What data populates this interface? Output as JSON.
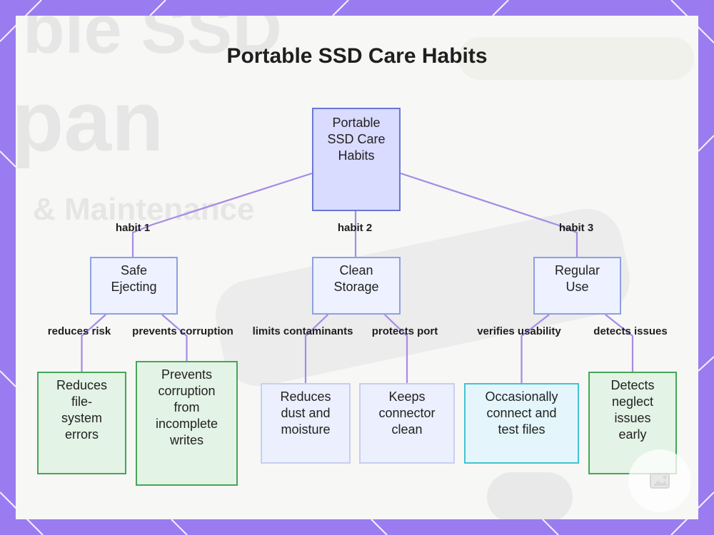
{
  "title": "Portable SSD Care Habits",
  "colors": {
    "frame": "#9b7cf0",
    "edge": "#a58be6",
    "root_fill": "#d9dbff",
    "green_border": "#45a656",
    "cyan_border": "#44c2d6"
  },
  "root": {
    "lines": [
      "Portable",
      "SSD Care",
      "Habits"
    ]
  },
  "habits": [
    {
      "edge_label": "habit 1",
      "lines": [
        "Safe",
        "Ejecting"
      ],
      "outcomes": [
        {
          "edge_label": "reduces risk",
          "lines": [
            "Reduces",
            "file-",
            "system",
            "errors"
          ]
        },
        {
          "edge_label": "prevents corruption",
          "lines": [
            "Prevents",
            "corruption",
            "from",
            "incomplete",
            "writes"
          ]
        }
      ]
    },
    {
      "edge_label": "habit 2",
      "lines": [
        "Clean",
        "Storage"
      ],
      "outcomes": [
        {
          "edge_label": "limits contaminants",
          "lines": [
            "Reduces",
            "dust and",
            "moisture"
          ]
        },
        {
          "edge_label": "protects port",
          "lines": [
            "Keeps",
            "connector",
            "clean"
          ]
        }
      ]
    },
    {
      "edge_label": "habit 3",
      "lines": [
        "Regular",
        "Use"
      ],
      "outcomes": [
        {
          "edge_label": "verifies usability",
          "lines": [
            "Occasionally",
            "connect and",
            "test files"
          ]
        },
        {
          "edge_label": "detects issues",
          "lines": [
            "Detects",
            "neglect",
            "issues",
            "early"
          ]
        }
      ]
    }
  ],
  "watermark_icon": "image-icon"
}
